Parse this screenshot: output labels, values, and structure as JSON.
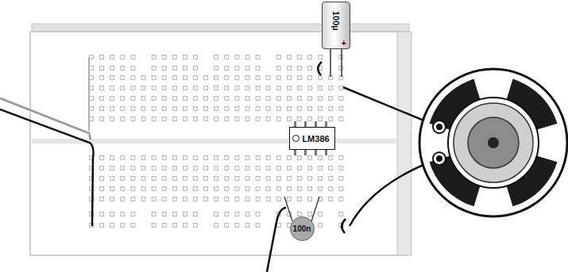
{
  "diagram": {
    "nodes": [
      {
        "text": [
          "100µ",
          "+"
        ]
      },
      {
        "text": [
          "LM386"
        ]
      },
      {
        "text": [
          "100n"
        ]
      }
    ]
  }
}
